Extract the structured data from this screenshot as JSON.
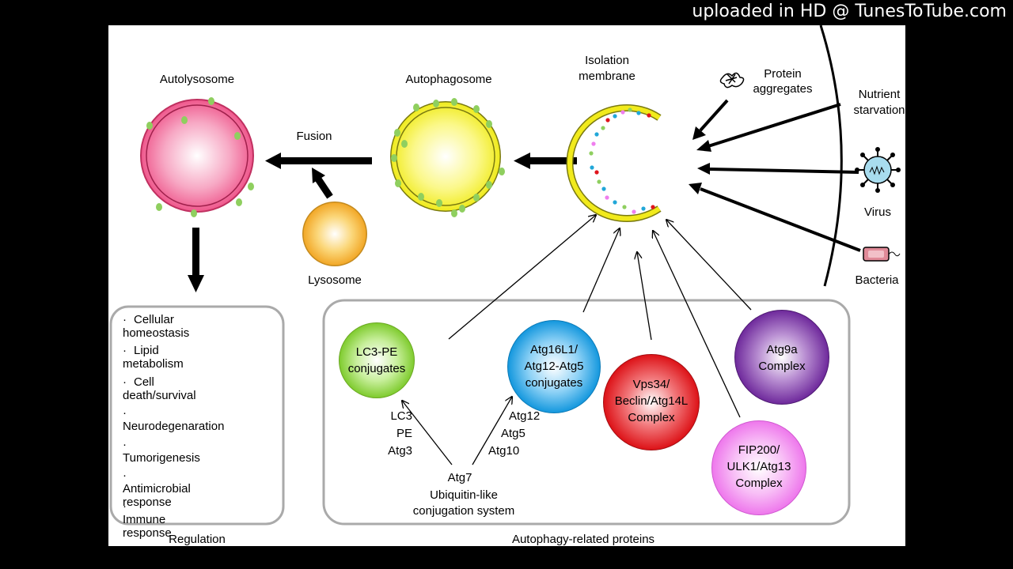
{
  "watermark": "uploaded in HD @ TunesToTube.com",
  "labels": {
    "autolysosome": "Autolysosome",
    "autophagosome": "Autophagosome",
    "isolation_membrane_1": "Isolation",
    "isolation_membrane_2": "membrane",
    "fusion": "Fusion",
    "lysosome": "Lysosome",
    "protein_aggregates_1": "Protein",
    "protein_aggregates_2": "aggregates",
    "nutrient_starvation_1": "Nutrient",
    "nutrient_starvation_2": "starvation",
    "virus": "Virus",
    "bacteria": "Bacteria",
    "regulation": "Regulation",
    "autophagy_related_proteins": "Autophagy-related proteins"
  },
  "regulation_items": [
    "Cellular homeostasis",
    "Lipid metabolism",
    "Cell death/survival",
    "Neurodegenaration",
    "Tumorigenesis",
    "Antimicrobial  response",
    "Immune response"
  ],
  "complexes": {
    "lc3": [
      "LC3-PE",
      "conjugates"
    ],
    "atg16": [
      "Atg16L1/",
      "Atg12-Atg5",
      "conjugates"
    ],
    "vps34": [
      "Vps34/",
      "Beclin/Atg14L",
      "Complex"
    ],
    "atg9": [
      "Atg9a",
      "Complex"
    ],
    "fip200": [
      "FIP200/",
      "ULK1/Atg13",
      "Complex"
    ]
  },
  "conjugation": {
    "left": [
      "LC3",
      "PE",
      "Atg3"
    ],
    "right": [
      "Atg12",
      "Atg5",
      "Atg10"
    ],
    "center": "Atg7",
    "system_1": "Ubiquitin-like",
    "system_2": "conjugation system"
  },
  "colors": {
    "autolysosome": "#ef5a8e",
    "autophagosome": "#f5f020",
    "lysosome": "#f5b530",
    "lc3": "#8ed33c",
    "atg16": "#1a9be0",
    "vps34": "#e0141c",
    "atg9": "#7d2fa8",
    "fip200": "#ef7eee",
    "dots": "#8fcf5f"
  }
}
